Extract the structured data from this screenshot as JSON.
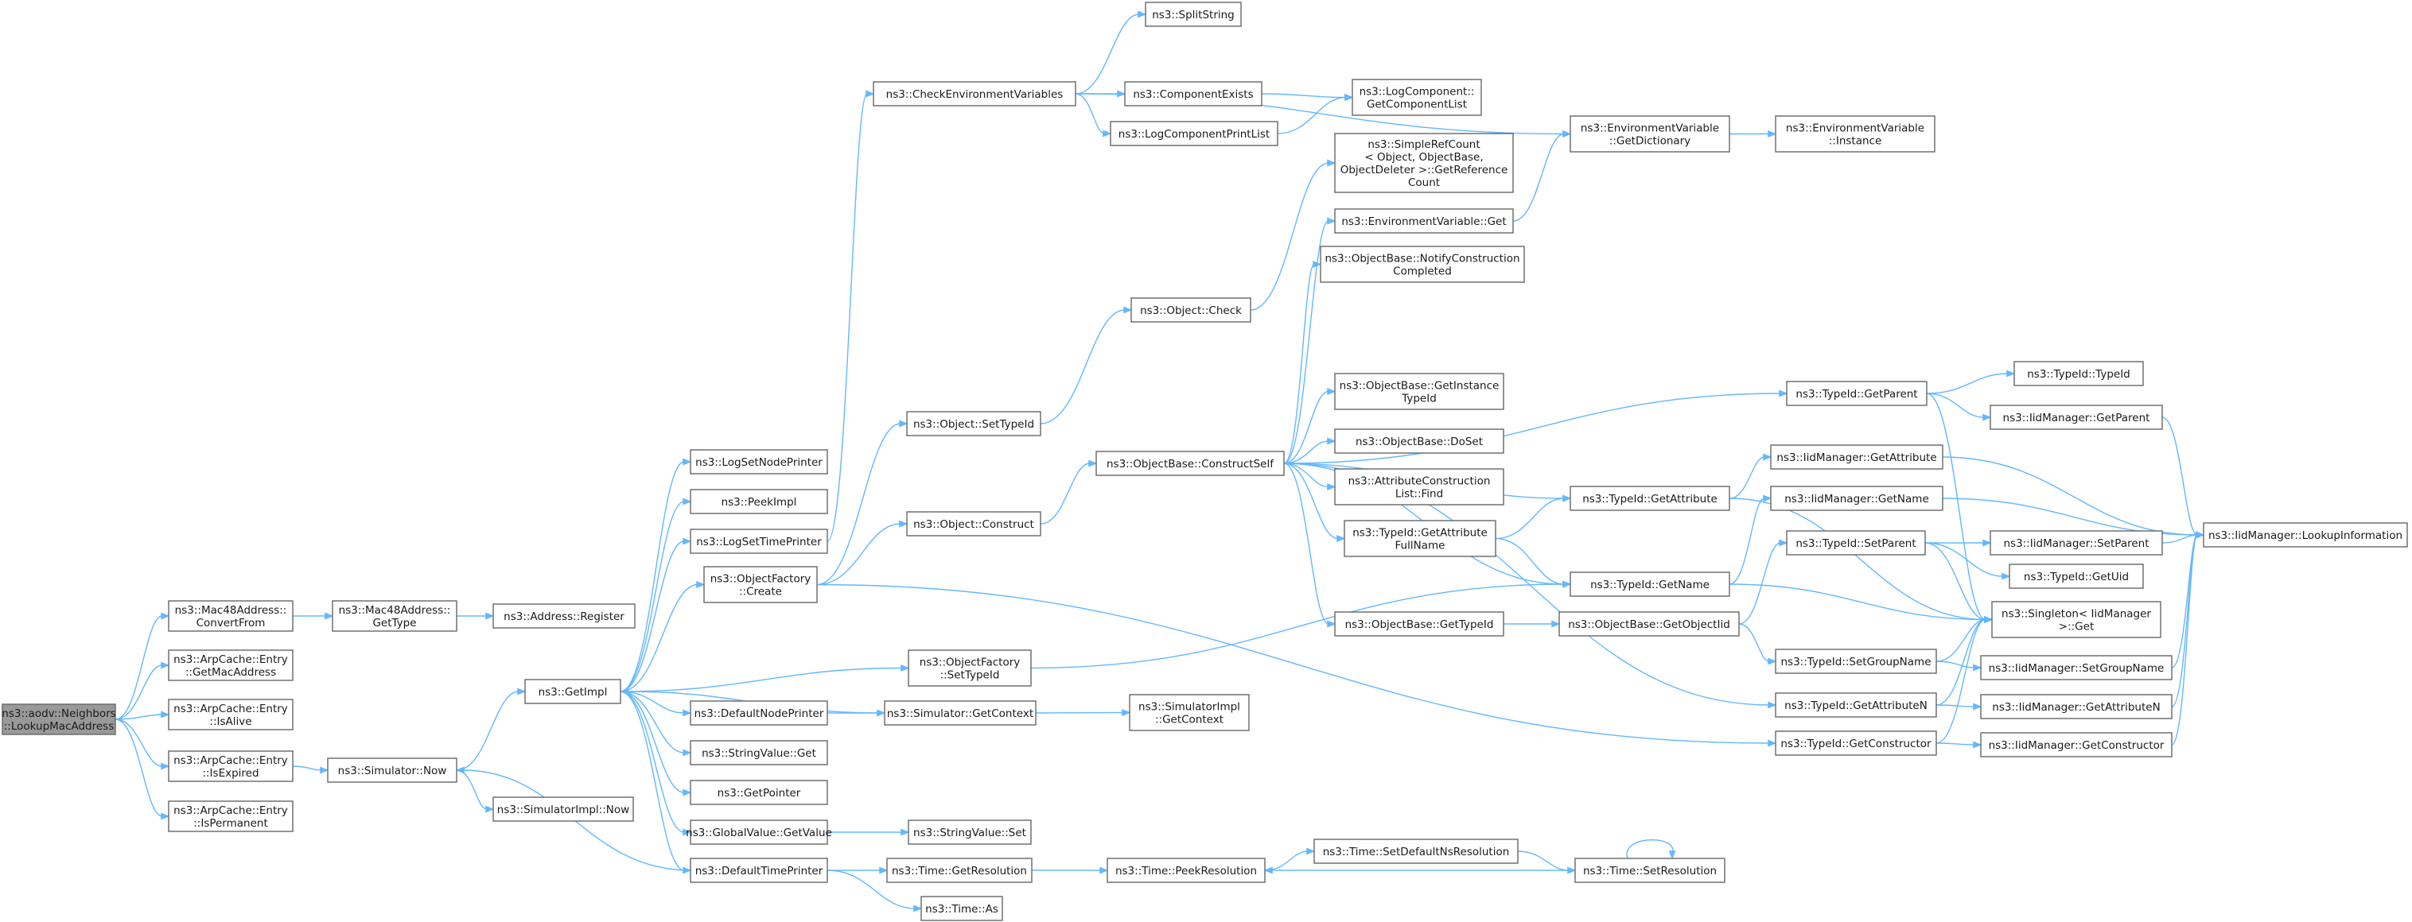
{
  "colors": {
    "edge": "#63b8ff",
    "node_border": "#666666",
    "root_fill": "#999999",
    "node_fill": "#ffffff"
  },
  "nodes": [
    {
      "id": "root",
      "lines": [
        "ns3::aodv::Neighbors",
        "::LookupMacAddress"
      ],
      "root": true
    },
    {
      "id": "conv",
      "lines": [
        "ns3::Mac48Address::",
        "ConvertFrom"
      ]
    },
    {
      "id": "getmac",
      "lines": [
        "ns3::ArpCache::Entry",
        "::GetMacAddress"
      ]
    },
    {
      "id": "alive",
      "lines": [
        "ns3::ArpCache::Entry",
        "::IsAlive"
      ]
    },
    {
      "id": "expired",
      "lines": [
        "ns3::ArpCache::Entry",
        "::IsExpired"
      ]
    },
    {
      "id": "perm",
      "lines": [
        "ns3::ArpCache::Entry",
        "::IsPermanent"
      ]
    },
    {
      "id": "m48type",
      "lines": [
        "ns3::Mac48Address::",
        "GetType"
      ]
    },
    {
      "id": "addrreg",
      "lines": [
        "ns3::Address::Register"
      ]
    },
    {
      "id": "simnow",
      "lines": [
        "ns3::Simulator::Now"
      ]
    },
    {
      "id": "simimplnow",
      "lines": [
        "ns3::SimulatorImpl::Now"
      ]
    },
    {
      "id": "getimpl",
      "lines": [
        "ns3::GetImpl"
      ]
    },
    {
      "id": "logsetnode",
      "lines": [
        "ns3::LogSetNodePrinter"
      ]
    },
    {
      "id": "peekimpl",
      "lines": [
        "ns3::PeekImpl"
      ]
    },
    {
      "id": "logsettime",
      "lines": [
        "ns3::LogSetTimePrinter"
      ]
    },
    {
      "id": "ofcreate",
      "lines": [
        "ns3::ObjectFactory",
        "::Create"
      ]
    },
    {
      "id": "defnode",
      "lines": [
        "ns3::DefaultNodePrinter"
      ]
    },
    {
      "id": "strget",
      "lines": [
        "ns3::StringValue::Get"
      ]
    },
    {
      "id": "getptr",
      "lines": [
        "ns3::GetPointer"
      ]
    },
    {
      "id": "gvget",
      "lines": [
        "ns3::GlobalValue::GetValue"
      ]
    },
    {
      "id": "deftime",
      "lines": [
        "ns3::DefaultTimePrinter"
      ]
    },
    {
      "id": "checkenv",
      "lines": [
        "ns3::CheckEnvironmentVariables"
      ]
    },
    {
      "id": "splitstr",
      "lines": [
        "ns3::SplitString"
      ]
    },
    {
      "id": "compexists",
      "lines": [
        "ns3::ComponentExists"
      ]
    },
    {
      "id": "logcomplist",
      "lines": [
        "ns3::LogComponentPrintList"
      ]
    },
    {
      "id": "logcompget",
      "lines": [
        "ns3::LogComponent::",
        "GetComponentList"
      ]
    },
    {
      "id": "envgetdict",
      "lines": [
        "ns3::EnvironmentVariable",
        "::GetDictionary"
      ]
    },
    {
      "id": "envinst",
      "lines": [
        "ns3::EnvironmentVariable",
        "::Instance"
      ]
    },
    {
      "id": "simplerc",
      "lines": [
        "ns3::SimpleRefCount",
        "< Object, ObjectBase,",
        "ObjectDeleter >::GetReference",
        "Count"
      ]
    },
    {
      "id": "envget",
      "lines": [
        "ns3::EnvironmentVariable::Get"
      ]
    },
    {
      "id": "notifyc",
      "lines": [
        "ns3::ObjectBase::NotifyConstruction",
        "Completed"
      ]
    },
    {
      "id": "objcheck",
      "lines": [
        "ns3::Object::Check"
      ]
    },
    {
      "id": "objsettid",
      "lines": [
        "ns3::Object::SetTypeId"
      ]
    },
    {
      "id": "objconstruct",
      "lines": [
        "ns3::Object::Construct"
      ]
    },
    {
      "id": "cself",
      "lines": [
        "ns3::ObjectBase::ConstructSelf"
      ]
    },
    {
      "id": "getinsttid",
      "lines": [
        "ns3::ObjectBase::GetInstance",
        "TypeId"
      ]
    },
    {
      "id": "doset",
      "lines": [
        "ns3::ObjectBase::DoSet"
      ]
    },
    {
      "id": "attrfind",
      "lines": [
        "ns3::AttributeConstruction",
        "List::Find"
      ]
    },
    {
      "id": "getattrfn",
      "lines": [
        "ns3::TypeId::GetAttribute",
        "FullName"
      ]
    },
    {
      "id": "obgettid",
      "lines": [
        "ns3::ObjectBase::GetTypeId"
      ]
    },
    {
      "id": "ofsettid",
      "lines": [
        "ns3::ObjectFactory",
        "::SetTypeId"
      ]
    },
    {
      "id": "simgetctx",
      "lines": [
        "ns3::Simulator::GetContext"
      ]
    },
    {
      "id": "simimplctx",
      "lines": [
        "ns3::SimulatorImpl",
        "::GetContext"
      ]
    },
    {
      "id": "strset",
      "lines": [
        "ns3::StringValue::Set"
      ]
    },
    {
      "id": "timegetres",
      "lines": [
        "ns3::Time::GetResolution"
      ]
    },
    {
      "id": "timeas",
      "lines": [
        "ns3::Time::As"
      ]
    },
    {
      "id": "peekres",
      "lines": [
        "ns3::Time::PeekResolution"
      ]
    },
    {
      "id": "setdefns",
      "lines": [
        "ns3::Time::SetDefaultNsResolution"
      ]
    },
    {
      "id": "setres",
      "lines": [
        "ns3::Time::SetResolution"
      ]
    },
    {
      "id": "tidgetattr",
      "lines": [
        "ns3::TypeId::GetAttribute"
      ]
    },
    {
      "id": "tidgetname",
      "lines": [
        "ns3::TypeId::GetName"
      ]
    },
    {
      "id": "obgetoid",
      "lines": [
        "ns3::ObjectBase::GetObjectIid"
      ]
    },
    {
      "id": "tidgetparent",
      "lines": [
        "ns3::TypeId::GetParent"
      ]
    },
    {
      "id": "tidtypeid",
      "lines": [
        "ns3::TypeId::TypeId"
      ]
    },
    {
      "id": "iidgetparent",
      "lines": [
        "ns3::IidManager::GetParent"
      ]
    },
    {
      "id": "iidgetattr",
      "lines": [
        "ns3::IidManager::GetAttribute"
      ]
    },
    {
      "id": "iidgetname",
      "lines": [
        "ns3::IidManager::GetName"
      ]
    },
    {
      "id": "tidsetparent",
      "lines": [
        "ns3::TypeId::SetParent"
      ]
    },
    {
      "id": "iidsetparent",
      "lines": [
        "ns3::IidManager::SetParent"
      ]
    },
    {
      "id": "tidgetuid",
      "lines": [
        "ns3::TypeId::GetUid"
      ]
    },
    {
      "id": "singleton",
      "lines": [
        "ns3::Singleton< IidManager",
        ">::Get"
      ]
    },
    {
      "id": "tidsetgroup",
      "lines": [
        "ns3::TypeId::SetGroupName"
      ]
    },
    {
      "id": "iidsetgroup",
      "lines": [
        "ns3::IidManager::SetGroupName"
      ]
    },
    {
      "id": "tidgetattrn",
      "lines": [
        "ns3::TypeId::GetAttributeN"
      ]
    },
    {
      "id": "iidgetattrn",
      "lines": [
        "ns3::IidManager::GetAttributeN"
      ]
    },
    {
      "id": "tidgetctor",
      "lines": [
        "ns3::TypeId::GetConstructor"
      ]
    },
    {
      "id": "iidgetctor",
      "lines": [
        "ns3::IidManager::GetConstructor"
      ]
    },
    {
      "id": "iidlookup",
      "lines": [
        "ns3::IidManager::LookupInformation"
      ]
    }
  ],
  "edges": [
    [
      "root",
      "conv"
    ],
    [
      "root",
      "getmac"
    ],
    [
      "root",
      "alive"
    ],
    [
      "root",
      "expired"
    ],
    [
      "root",
      "perm"
    ],
    [
      "conv",
      "m48type"
    ],
    [
      "m48type",
      "addrreg"
    ],
    [
      "expired",
      "simnow"
    ],
    [
      "simnow",
      "getimpl"
    ],
    [
      "simnow",
      "simimplnow"
    ],
    [
      "getimpl",
      "logsetnode"
    ],
    [
      "getimpl",
      "peekimpl"
    ],
    [
      "getimpl",
      "logsettime"
    ],
    [
      "getimpl",
      "ofcreate"
    ],
    [
      "getimpl",
      "ofsettid"
    ],
    [
      "getimpl",
      "defnode"
    ],
    [
      "getimpl",
      "strget"
    ],
    [
      "getimpl",
      "getptr"
    ],
    [
      "getimpl",
      "gvget"
    ],
    [
      "getimpl",
      "deftime"
    ],
    [
      "logsettime",
      "checkenv"
    ],
    [
      "checkenv",
      "splitstr"
    ],
    [
      "checkenv",
      "compexists"
    ],
    [
      "checkenv",
      "logcomplist"
    ],
    [
      "checkenv",
      "envgetdict"
    ],
    [
      "compexists",
      "logcompget"
    ],
    [
      "logcomplist",
      "logcompget"
    ],
    [
      "envgetdict",
      "envinst"
    ],
    [
      "ofcreate",
      "objsettid"
    ],
    [
      "ofcreate",
      "objconstruct"
    ],
    [
      "ofcreate",
      "tidgetctor"
    ],
    [
      "objsettid",
      "objcheck"
    ],
    [
      "objcheck",
      "simplerc"
    ],
    [
      "objconstruct",
      "cself"
    ],
    [
      "cself",
      "envget"
    ],
    [
      "cself",
      "notifyc"
    ],
    [
      "cself",
      "getinsttid"
    ],
    [
      "cself",
      "doset"
    ],
    [
      "cself",
      "attrfind"
    ],
    [
      "cself",
      "getattrfn"
    ],
    [
      "cself",
      "obgettid"
    ],
    [
      "cself",
      "tidgetparent"
    ],
    [
      "cself",
      "tidgetattr"
    ],
    [
      "cself",
      "tidgetname"
    ],
    [
      "cself",
      "tidgetattrn"
    ],
    [
      "envget",
      "envgetdict"
    ],
    [
      "getattrfn",
      "tidgetattr"
    ],
    [
      "getattrfn",
      "tidgetname"
    ],
    [
      "obgettid",
      "obgetoid"
    ],
    [
      "obgetoid",
      "tidsetparent"
    ],
    [
      "obgetoid",
      "tidsetgroup"
    ],
    [
      "ofsettid",
      "tidgetname"
    ],
    [
      "defnode",
      "simgetctx"
    ],
    [
      "simgetctx",
      "getimpl"
    ],
    [
      "simgetctx",
      "simimplctx"
    ],
    [
      "gvget",
      "strset"
    ],
    [
      "deftime",
      "timegetres"
    ],
    [
      "deftime",
      "timeas"
    ],
    [
      "deftime",
      "simnow"
    ],
    [
      "timegetres",
      "peekres"
    ],
    [
      "peekres",
      "setdefns"
    ],
    [
      "setdefns",
      "setres"
    ],
    [
      "setres",
      "peekres"
    ],
    [
      "setres",
      "setres"
    ],
    [
      "tidgetparent",
      "tidtypeid"
    ],
    [
      "tidgetparent",
      "iidgetparent"
    ],
    [
      "tidgetparent",
      "singleton"
    ],
    [
      "tidgetattr",
      "iidgetattr"
    ],
    [
      "tidgetattr",
      "singleton"
    ],
    [
      "tidgetname",
      "iidgetname"
    ],
    [
      "tidgetname",
      "singleton"
    ],
    [
      "tidsetparent",
      "iidsetparent"
    ],
    [
      "tidsetparent",
      "tidgetuid"
    ],
    [
      "tidsetparent",
      "singleton"
    ],
    [
      "tidsetgroup",
      "iidsetgroup"
    ],
    [
      "tidsetgroup",
      "singleton"
    ],
    [
      "tidgetattrn",
      "iidgetattrn"
    ],
    [
      "tidgetattrn",
      "singleton"
    ],
    [
      "tidgetctor",
      "iidgetctor"
    ],
    [
      "tidgetctor",
      "singleton"
    ],
    [
      "iidgetparent",
      "iidlookup"
    ],
    [
      "iidgetattr",
      "iidlookup"
    ],
    [
      "iidgetname",
      "iidlookup"
    ],
    [
      "iidsetparent",
      "iidlookup"
    ],
    [
      "iidsetgroup",
      "iidlookup"
    ],
    [
      "iidgetattrn",
      "iidlookup"
    ],
    [
      "iidgetctor",
      "iidlookup"
    ]
  ]
}
